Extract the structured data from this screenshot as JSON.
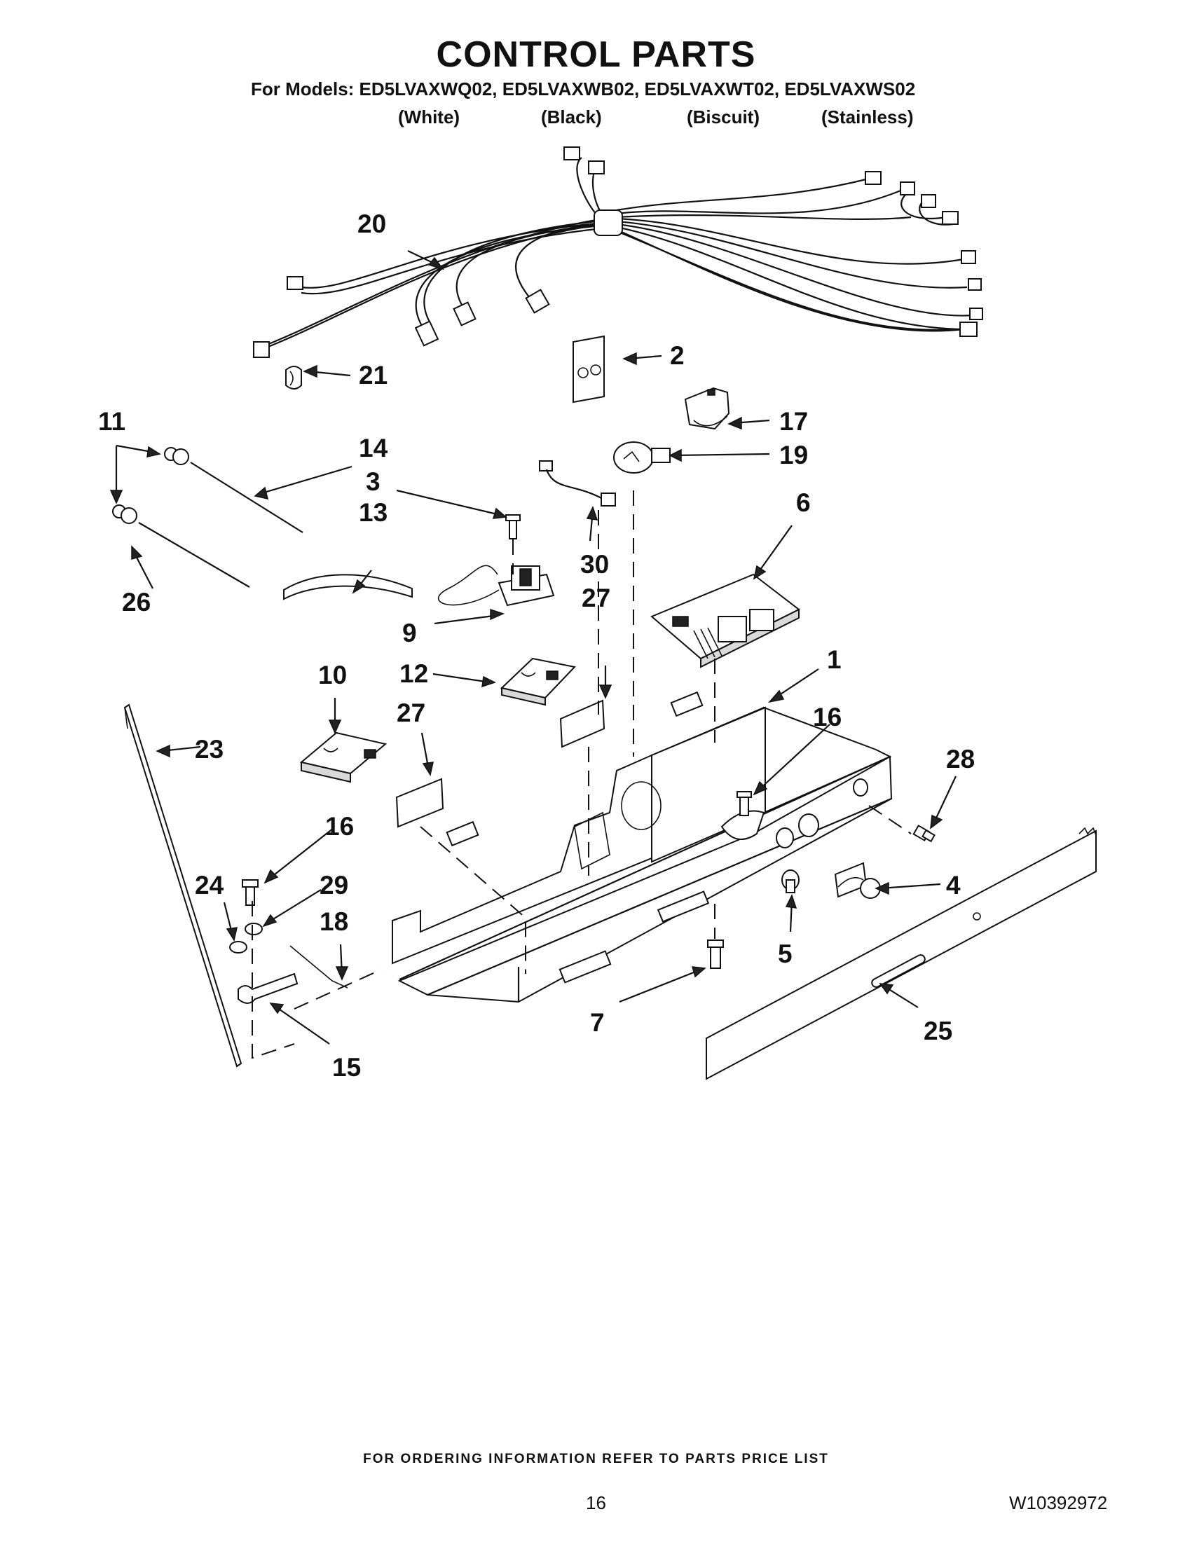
{
  "header": {
    "title": "CONTROL PARTS",
    "models_line": "For Models: ED5LVAXWQ02, ED5LVAXWB02, ED5LVAXWT02, ED5LVAXWS02",
    "colors": [
      "(White)",
      "(Black)",
      "(Biscuit)",
      "(Stainless)"
    ]
  },
  "callouts": {
    "c1": "1",
    "c2": "2",
    "c3": "3",
    "c4": "4",
    "c5": "5",
    "c6": "6",
    "c7": "7",
    "c9": "9",
    "c10": "10",
    "c11": "11",
    "c12": "12",
    "c13": "13",
    "c14": "14",
    "c15": "15",
    "c16a": "16",
    "c16b": "16",
    "c17": "17",
    "c18": "18",
    "c19": "19",
    "c20": "20",
    "c21": "21",
    "c23": "23",
    "c24": "24",
    "c25": "25",
    "c26": "26",
    "c27a": "27",
    "c27b": "27",
    "c28": "28",
    "c29": "29",
    "c30": "30"
  },
  "footer": {
    "ordering_note": "FOR ORDERING INFORMATION REFER TO PARTS PRICE LIST",
    "page_number": "16",
    "document_number": "W10392972"
  }
}
